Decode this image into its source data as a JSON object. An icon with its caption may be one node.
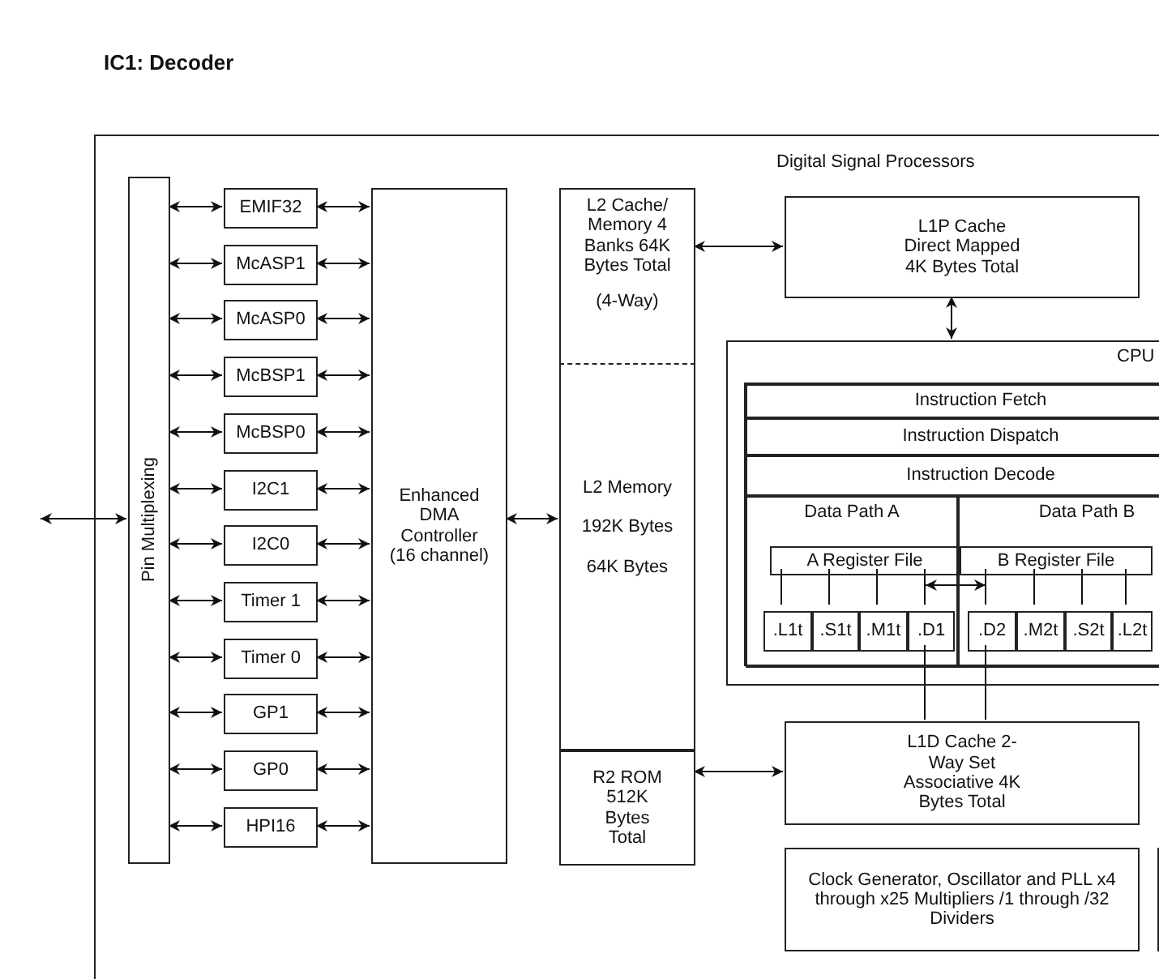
{
  "diagram": {
    "title": "IC1: Decoder",
    "nodes": [
      {
        "text": [
          "Digital Signal Processors"
        ]
      },
      {
        "text": [
          "Pin Multiplexing"
        ],
        "in": 0
      },
      {
        "text": [
          "EMIF32"
        ],
        "in": 0
      },
      {
        "text": [
          "McASP1"
        ],
        "in": 0
      },
      {
        "text": [
          "McASP0"
        ],
        "in": 0
      },
      {
        "text": [
          "McBSP1"
        ],
        "in": 0
      },
      {
        "text": [
          "McBSP0"
        ],
        "in": 0
      },
      {
        "text": [
          "I2C1"
        ],
        "in": 0
      },
      {
        "text": [
          "I2C0"
        ],
        "in": 0
      },
      {
        "text": [
          "Timer 1"
        ],
        "in": 0
      },
      {
        "text": [
          "Timer 0"
        ],
        "in": 0
      },
      {
        "text": [
          "GP1"
        ],
        "in": 0
      },
      {
        "text": [
          "GP0"
        ],
        "in": 0
      },
      {
        "text": [
          "HPI16"
        ],
        "in": 0
      },
      {
        "text": [
          "Enhanced DMA Controller (16 channel)"
        ],
        "in": 0
      },
      {
        "text": [
          "L2 Cache/ Memory 4 Banks 64K Bytes Total",
          "(4-Way)"
        ],
        "in": 0
      },
      {
        "text": [
          "L2 Memory",
          "192K Bytes",
          "64K Bytes"
        ],
        "in": 0
      },
      {
        "text": [
          "R2 ROM 512K Bytes Total"
        ],
        "in": 0
      },
      {
        "text": [
          "L1P Cache Direct Mapped 4K Bytes Total"
        ],
        "in": 0
      },
      {
        "text": [
          "CPU"
        ],
        "in": 0
      },
      {
        "text": [],
        "shape": "box",
        "in": 19
      },
      {
        "text": [
          "Instruction Fetch"
        ],
        "in": 20
      },
      {
        "text": [
          "Instruction Dispatch"
        ],
        "in": 20
      },
      {
        "text": [
          "Instruction Decode"
        ],
        "in": 20
      },
      {
        "text": [
          "Data Path A"
        ],
        "in": 20
      },
      {
        "text": [
          "Data Path B"
        ],
        "in": 20
      },
      {
        "text": [
          "A Register File"
        ],
        "in": 24
      },
      {
        "text": [
          "B Register File"
        ],
        "in": 25
      },
      {
        "text": [
          ".L1t"
        ],
        "in": 24
      },
      {
        "text": [
          ".S1t"
        ],
        "in": 24
      },
      {
        "text": [
          ".M1t"
        ],
        "in": 24
      },
      {
        "text": [
          ".D1"
        ],
        "in": 24
      },
      {
        "text": [
          ".D2"
        ],
        "in": 25
      },
      {
        "text": [
          ".M2t"
        ],
        "in": 25
      },
      {
        "text": [
          ".S2t"
        ],
        "in": 25
      },
      {
        "text": [
          ".L2t"
        ],
        "in": 25
      },
      {
        "text": [
          "L1D Cache 2-Way Set Associative 4K Bytes Total"
        ],
        "in": 0
      },
      {
        "text": [
          "Clock Generator, Oscillator and PLL x4 through x25 Multipliers /1 through /32 Dividers"
        ],
        "in": 0
      },
      {
        "text": [],
        "shape": "box",
        "in": 0
      }
    ],
    "edges": [
      {
        "from": null,
        "to": 1,
        "arrow": "both"
      },
      {
        "from": 1,
        "to": 2,
        "arrow": "both"
      },
      {
        "from": 1,
        "to": 3,
        "arrow": "both"
      },
      {
        "from": 1,
        "to": 4,
        "arrow": "both"
      },
      {
        "from": 1,
        "to": 5,
        "arrow": "both"
      },
      {
        "from": 1,
        "to": 6,
        "arrow": "both"
      },
      {
        "from": 1,
        "to": 7,
        "arrow": "both"
      },
      {
        "from": 1,
        "to": 8,
        "arrow": "both"
      },
      {
        "from": 1,
        "to": 9,
        "arrow": "both"
      },
      {
        "from": 1,
        "to": 10,
        "arrow": "both"
      },
      {
        "from": 1,
        "to": 11,
        "arrow": "both"
      },
      {
        "from": 1,
        "to": 12,
        "arrow": "both"
      },
      {
        "from": 1,
        "to": 13,
        "arrow": "both"
      },
      {
        "from": 2,
        "to": 14,
        "arrow": "both"
      },
      {
        "from": 3,
        "to": 14,
        "arrow": "both"
      },
      {
        "from": 4,
        "to": 14,
        "arrow": "both"
      },
      {
        "from": 5,
        "to": 14,
        "arrow": "both"
      },
      {
        "from": 6,
        "to": 14,
        "arrow": "both"
      },
      {
        "from": 7,
        "to": 14,
        "arrow": "both"
      },
      {
        "from": 8,
        "to": 14,
        "arrow": "both"
      },
      {
        "from": 9,
        "to": 14,
        "arrow": "both"
      },
      {
        "from": 10,
        "to": 14,
        "arrow": "both"
      },
      {
        "from": 11,
        "to": 14,
        "arrow": "both"
      },
      {
        "from": 12,
        "to": 14,
        "arrow": "both"
      },
      {
        "from": 13,
        "to": 14,
        "arrow": "both"
      },
      {
        "from": 14,
        "to": 16,
        "arrow": "both"
      },
      {
        "from": 15,
        "to": 18,
        "arrow": "both"
      },
      {
        "from": 18,
        "to": 19,
        "arrow": "both"
      },
      {
        "from": 26,
        "to": 28,
        "arrow": "none"
      },
      {
        "from": 26,
        "to": 29,
        "arrow": "none"
      },
      {
        "from": 26,
        "to": 30,
        "arrow": "none"
      },
      {
        "from": 26,
        "to": 31,
        "arrow": "none"
      },
      {
        "from": 27,
        "to": 32,
        "arrow": "none"
      },
      {
        "from": 27,
        "to": 33,
        "arrow": "none"
      },
      {
        "from": 27,
        "to": 34,
        "arrow": "none"
      },
      {
        "from": 27,
        "to": 35,
        "arrow": "none"
      },
      {
        "from": 31,
        "to": 32,
        "arrow": "both"
      },
      {
        "from": 31,
        "to": 36,
        "arrow": "none"
      },
      {
        "from": 32,
        "to": 36,
        "arrow": "none"
      },
      {
        "from": 17,
        "to": 36,
        "arrow": "both"
      }
    ]
  }
}
